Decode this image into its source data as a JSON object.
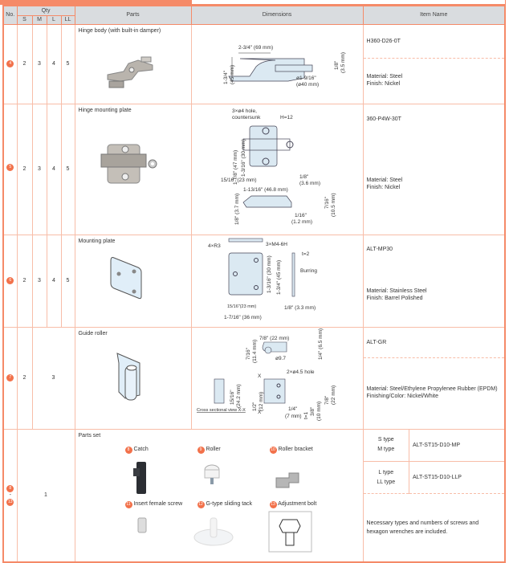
{
  "header": {
    "no": "No.",
    "qty": "Qty",
    "s": "S",
    "m": "M",
    "l": "L",
    "ll": "LL",
    "parts": "Parts",
    "dimensions": "Dimensions",
    "item_name": "Item Name"
  },
  "rows": [
    {
      "no": "4",
      "qty": [
        "2",
        "3",
        "4",
        "5"
      ],
      "part": "Hinge body (with built-in damper)",
      "code": "H360-D26-0T",
      "material": "Material: Steel",
      "finish": "Finish: Nickel",
      "dims": [
        "2-3/4\" (69 mm)",
        "1-3/4\"",
        "(45 mm)",
        "1/8\"",
        "(3.5 mm)",
        "ø1-9/16\"",
        "(ø40 mm)"
      ]
    },
    {
      "no": "5",
      "qty": [
        "2",
        "3",
        "4",
        "5"
      ],
      "part": "Hinge mounting plate",
      "code": "360-P4W-30T",
      "material": "Material: Steel",
      "finish": "Finish: Nickel",
      "dims": [
        "3×ø4 hole,",
        "countersunk",
        "H=12",
        "1-7/8\" (47 mm)",
        "1-3/16\" (30 mm)",
        "15/16\" (23 mm)",
        "1/8\"",
        "(3.6 mm)",
        "1-13/16\" (46.8 mm)",
        "1/8\" (3.7 mm)",
        "1/16\"",
        "(1.2 mm)",
        "7/16\"",
        "(10.5 mm)"
      ]
    },
    {
      "no": "6",
      "qty": [
        "2",
        "3",
        "4",
        "5"
      ],
      "part": "Mounting plate",
      "code": "ALT-MP30",
      "material": "Material: Stainless Steel",
      "finish": "Finish: Barrel Polished",
      "dims": [
        "4×R3",
        "3×M4-6H",
        "t=2",
        "Burring",
        "1-3/16\" (30 mm)",
        "1-3/4\" (45 mm)",
        "15/16\"(23 mm)",
        "1-7/16\" (36 mm)",
        "1/8\" (3.3 mm)"
      ]
    },
    {
      "no": "7",
      "qty": [
        "2",
        "3"
      ],
      "part": "Guide roller",
      "code": "ALT-GR",
      "material": "Material: Steel/Ethylene Propylenee Rubber (EPDM)",
      "finish": "Finishing/Color: Nickel/White",
      "dims": [
        "7/8\" (22 mm)",
        "7/16\"",
        "(11.4 mm)",
        "1/4\" (6.5 mm)",
        "ø9.7",
        "2×ø4.5 hole",
        "X",
        "X",
        "15/16\"",
        "(24.2 mm)",
        "1/2\"",
        "(12 mm)",
        "1/4\"",
        "(7 mm)",
        "t=1",
        "3/8\"",
        "(10 mm)",
        "7/8\"",
        "(22 mm)",
        "Cross sectional view X-X"
      ]
    }
  ],
  "parts_set": {
    "no_from": "8",
    "no_sep": "-",
    "no_to": "13",
    "qty": "1",
    "title": "Parts set",
    "items": [
      {
        "n": "8",
        "label": "Catch"
      },
      {
        "n": "9",
        "label": "Roller"
      },
      {
        "n": "10",
        "label": "Roller bracket"
      },
      {
        "n": "11",
        "label": "Insert female screw"
      },
      {
        "n": "12",
        "label": "G-type sliding tack"
      },
      {
        "n": "13",
        "label": "Adjustment bolt"
      }
    ],
    "types": [
      {
        "a": "S type",
        "b": "M type",
        "code": "ALT-ST15-D10-MP"
      },
      {
        "a": "L type",
        "b": "LL type",
        "code": "ALT-ST15-D10-LLP"
      }
    ],
    "note": "Necessary types and numbers of screws and hexagon wrenches are included."
  },
  "colors": {
    "accent": "#f58a68",
    "badge": "#f2714a",
    "header_bg": "#d9dcdf"
  }
}
